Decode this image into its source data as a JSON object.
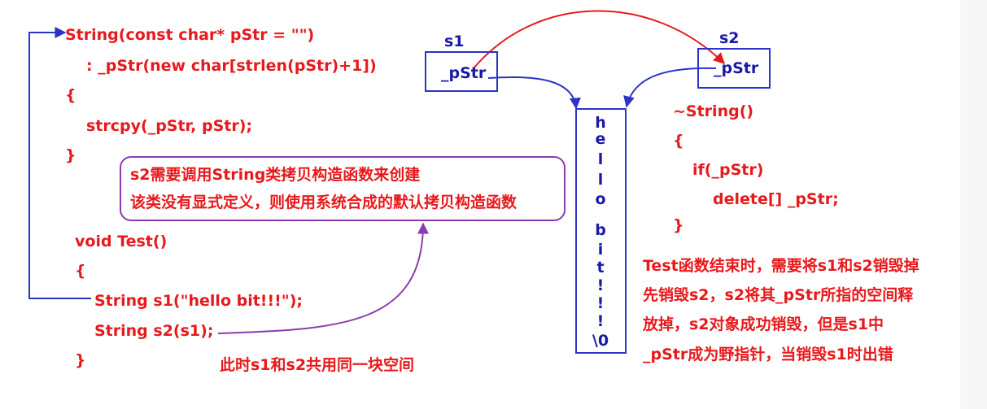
{
  "code_left": {
    "ctor_sig": "String(const char* pStr = \"\")",
    "ctor_init": ": _pStr(new char[strlen(pStr)+1])",
    "brace_open": "{",
    "strcpy": "strcpy(_pStr, pStr);",
    "brace_close": "}",
    "test_sig": "void Test()",
    "test_open": "{",
    "s1_line": "String s1(\"hello bit!!!\");",
    "s2_line": "String s2(s1);",
    "test_close": "}"
  },
  "note_box": {
    "line1": "s2需要调用String类拷贝构造函数来创建",
    "line2": "该类没有显式定义，则使用系统合成的默认拷贝构造函数"
  },
  "shared_label": "此时s1和s2共用同一块空间",
  "s1": {
    "name": "s1",
    "field": "_pStr"
  },
  "s2": {
    "name": "s2",
    "field": "_pStr"
  },
  "buffer_chars": [
    "h",
    "e",
    "l",
    "l",
    "o",
    "",
    "b",
    "i",
    "t",
    "!",
    "!",
    "!",
    "\\0"
  ],
  "dtor": {
    "sig": "~String()",
    "open": "{",
    "if_line": "if(_pStr)",
    "delete_line": "delete[] _pStr;",
    "close": "}"
  },
  "explanation": {
    "line1": "Test函数结束时，需要将s1和s2销毁掉",
    "line2": "先销毁s2，s2将其_pStr所指的空间释",
    "line3": "放掉，s2对象成功销毁，但是s1中",
    "line4": "_pStr成为野指针，当销毁s1时出错"
  },
  "colors": {
    "code": "#e8191c",
    "box": "#2b34c7",
    "purple": "#8a3cb0",
    "buffer_text": "#1a1aa8"
  }
}
